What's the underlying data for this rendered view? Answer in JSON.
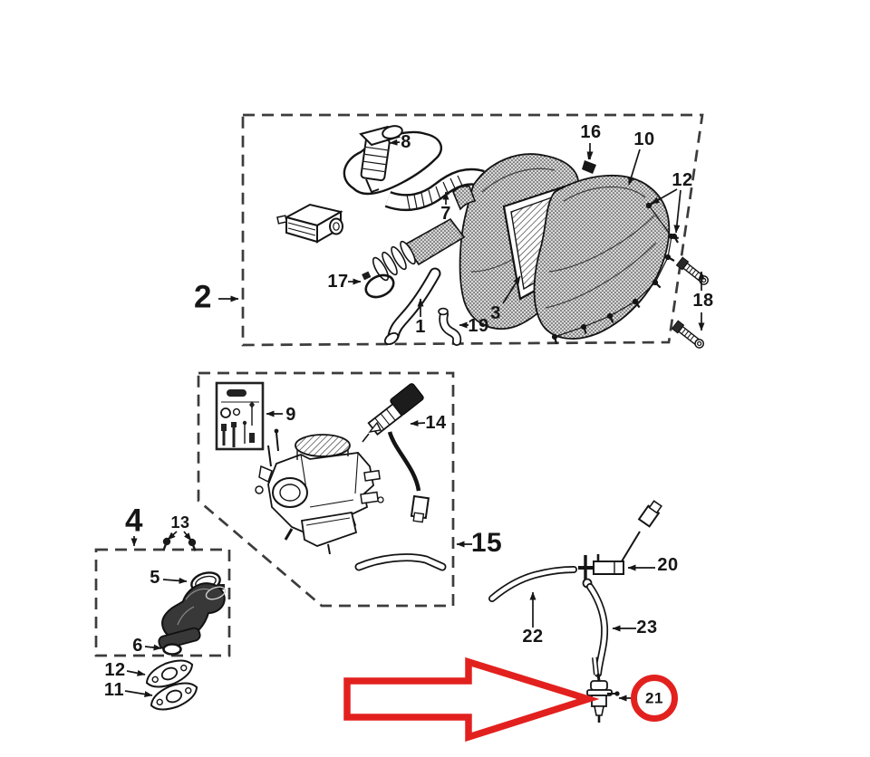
{
  "diagram": {
    "background_color": "#ffffff",
    "ink_color": "#161616",
    "highlight_color": "#e2211f",
    "group_labels": {
      "air_box_group": "2",
      "intake_manifold_group": "4",
      "carburetor_group": "15"
    },
    "part_labels": {
      "p1": "1",
      "p3": "3",
      "p5": "5",
      "p6": "6",
      "p7": "7",
      "p8": "8",
      "p9": "9",
      "p10": "10",
      "p11": "11",
      "p12": "12",
      "p13": "13",
      "p14": "14",
      "p16": "16",
      "p17": "17",
      "p18": "18",
      "p19": "19",
      "p20": "20",
      "p21": "21",
      "p22": "22",
      "p23": "23"
    },
    "highlighted_part": "21"
  }
}
